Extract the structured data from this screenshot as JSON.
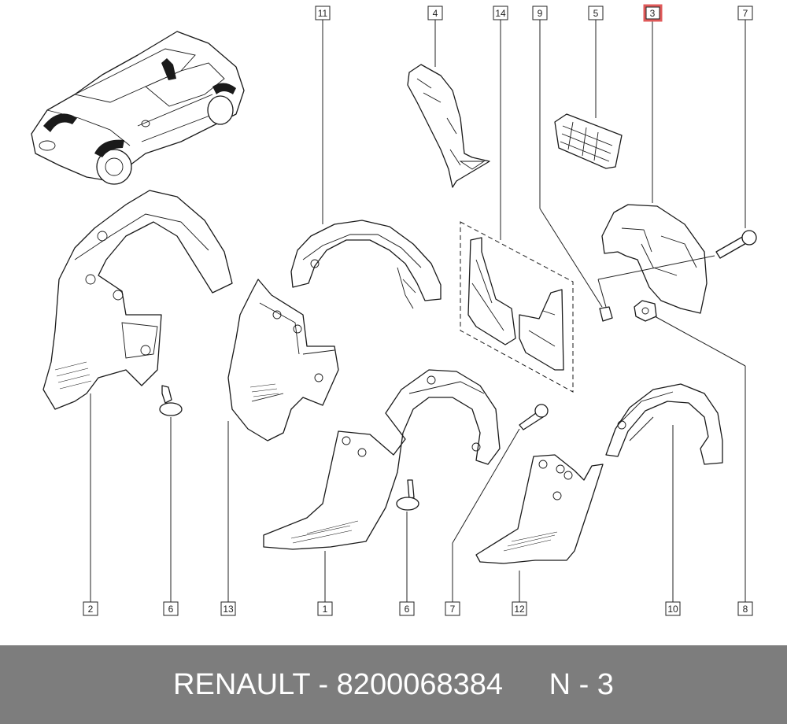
{
  "callouts": {
    "top": [
      "11",
      "4",
      "14",
      "9",
      "5",
      "3",
      "7"
    ],
    "bottom": [
      "2",
      "6",
      "13",
      "1",
      "6",
      "7",
      "12",
      "10",
      "8"
    ]
  },
  "highlight_color": "#e05a5a",
  "footer": {
    "part_info": "RENAULT - 8200068384",
    "diagram_ref": "N - 3"
  }
}
